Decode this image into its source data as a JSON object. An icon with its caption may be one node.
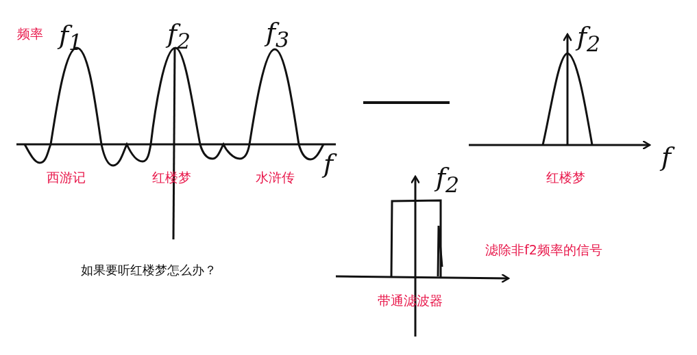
{
  "diagram": {
    "labels": [
      "频率",
      "f$_{1}$",
      "f$_{2}$",
      "f$_{3}$",
      "f$_{2}$",
      "f",
      "西游记",
      "红楼梦",
      "水浒传",
      "f",
      "红楼梦",
      "f$_{2}$",
      "滤除非f2频率的信号",
      "如果要听红楼梦怎么办？",
      "带通滤波器"
    ]
  }
}
